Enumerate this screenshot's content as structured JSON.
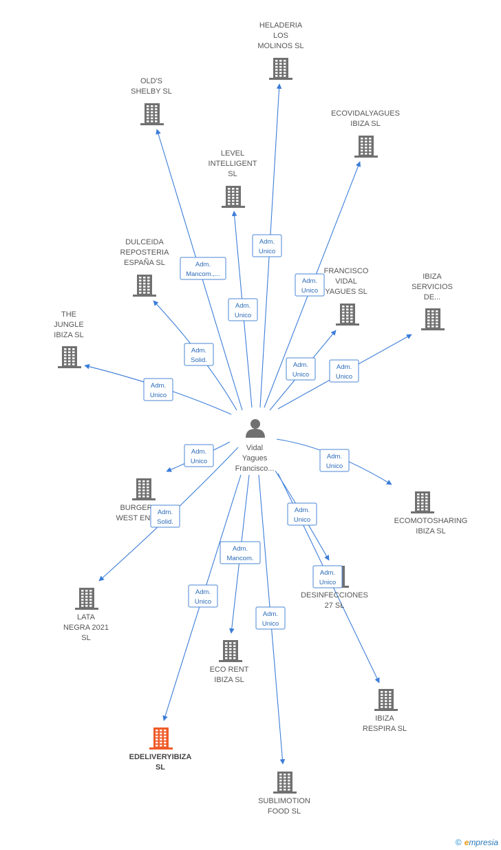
{
  "center": {
    "lines": [
      "Vidal",
      "Yagues",
      "Francisco..."
    ]
  },
  "nodes": [
    {
      "id": "heladeria",
      "lines": [
        "HELADERIA",
        "LOS",
        "MOLINOS  SL"
      ]
    },
    {
      "id": "olds",
      "lines": [
        "OLD'S",
        "SHELBY  SL"
      ]
    },
    {
      "id": "ecovidal",
      "lines": [
        "ECOVIDALYAGUES",
        "IBIZA  SL"
      ]
    },
    {
      "id": "level",
      "lines": [
        "LEVEL",
        "INTELLIGENT",
        "SL"
      ]
    },
    {
      "id": "dulceida",
      "lines": [
        "DULCEIDA",
        "REPOSTERIA",
        "ESPAÑA  SL"
      ]
    },
    {
      "id": "francisco",
      "lines": [
        "FRANCISCO",
        "VIDAL",
        "YAGUES  SL"
      ]
    },
    {
      "id": "ibizaserv",
      "lines": [
        "IBIZA",
        "SERVICIOS",
        "DE..."
      ]
    },
    {
      "id": "jungle",
      "lines": [
        "THE",
        "JUNGLE",
        "IBIZA  SL"
      ]
    },
    {
      "id": "burger",
      "lines": [
        "BURGER",
        "WEST EN..."
      ]
    },
    {
      "id": "ecomoto",
      "lines": [
        "ECOMOTOSHARING",
        "IBIZA  SL"
      ]
    },
    {
      "id": "desinf",
      "lines": [
        "DESINFECCIONES",
        "27  SL"
      ]
    },
    {
      "id": "lata",
      "lines": [
        "LATA",
        "NEGRA 2021",
        "SL"
      ]
    },
    {
      "id": "ecorent",
      "lines": [
        "ECO RENT",
        "IBIZA  SL"
      ]
    },
    {
      "id": "respira",
      "lines": [
        "IBIZA",
        "RESPIRA  SL"
      ]
    },
    {
      "id": "edelivery",
      "lines": [
        "EDELIVERYIBIZA",
        "SL"
      ],
      "main": true
    },
    {
      "id": "sublimotion",
      "lines": [
        "SUBLIMOTION",
        "FOOD  SL"
      ]
    }
  ],
  "edges": [
    {
      "to": "heladeria",
      "label": [
        "Adm.",
        "Unico"
      ]
    },
    {
      "to": "olds",
      "label": [
        "Adm.",
        "Mancom.,..."
      ]
    },
    {
      "to": "ecovidal",
      "label": [
        "Adm.",
        "Unico"
      ]
    },
    {
      "to": "level",
      "label": [
        "Adm.",
        "Unico"
      ]
    },
    {
      "to": "dulceida",
      "label": [
        "Adm.",
        "Solid."
      ]
    },
    {
      "to": "francisco",
      "label": [
        "Adm.",
        "Unico"
      ]
    },
    {
      "to": "ibizaserv",
      "label": [
        "Adm.",
        "Unico"
      ]
    },
    {
      "to": "jungle",
      "label": [
        "Adm.",
        "Unico"
      ]
    },
    {
      "to": "burger",
      "label": [
        "Adm.",
        "Unico"
      ]
    },
    {
      "to": "lata",
      "label": [
        "Adm.",
        "Solid."
      ]
    },
    {
      "to": "ecomoto",
      "label": [
        "Adm.",
        "Unico"
      ]
    },
    {
      "to": "desinf",
      "label": [
        "Adm.",
        "Unico"
      ]
    },
    {
      "to": "respira",
      "label": [
        "Adm.",
        "Unico"
      ]
    },
    {
      "to": "edelivery",
      "label": [
        "Adm.",
        "Unico"
      ]
    },
    {
      "to": "ecorent",
      "label": [
        "Adm.",
        "Mancom."
      ]
    },
    {
      "to": "sublimotion",
      "label": [
        "Adm.",
        "Unico"
      ]
    }
  ],
  "colors": {
    "building": "#707070",
    "building_main": "#f05a28",
    "edge": "#3b7dd8",
    "person": "#707070"
  },
  "brand": {
    "copyright": "©",
    "name": "mpresia",
    "initial": "e"
  }
}
